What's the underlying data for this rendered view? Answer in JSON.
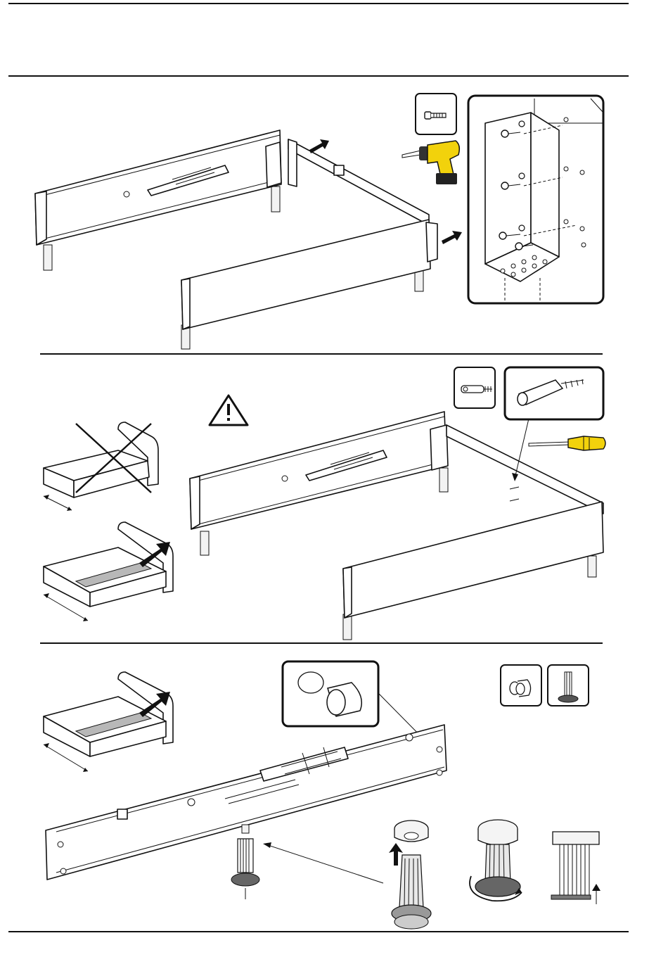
{
  "steps": [
    {
      "id": "frame-corner-assembly",
      "tools": [
        "screw",
        "drill"
      ]
    },
    {
      "id": "frame-center-support",
      "tools": [
        "connector-bolt",
        "screwdriver"
      ],
      "warning": "warning-icon"
    },
    {
      "id": "support-beam-feet",
      "tools": [
        "sleeve",
        "adjustable-foot"
      ]
    }
  ],
  "icons": [
    "screw-icon",
    "drill-icon",
    "connector-bolt-icon",
    "screwdriver-icon",
    "warning-icon",
    "sleeve-icon",
    "adjustable-foot-icon"
  ],
  "colors": {
    "line": "#111111",
    "drill_yellow": "#f2d20c",
    "highlight_grey": "#b8b8b8"
  }
}
